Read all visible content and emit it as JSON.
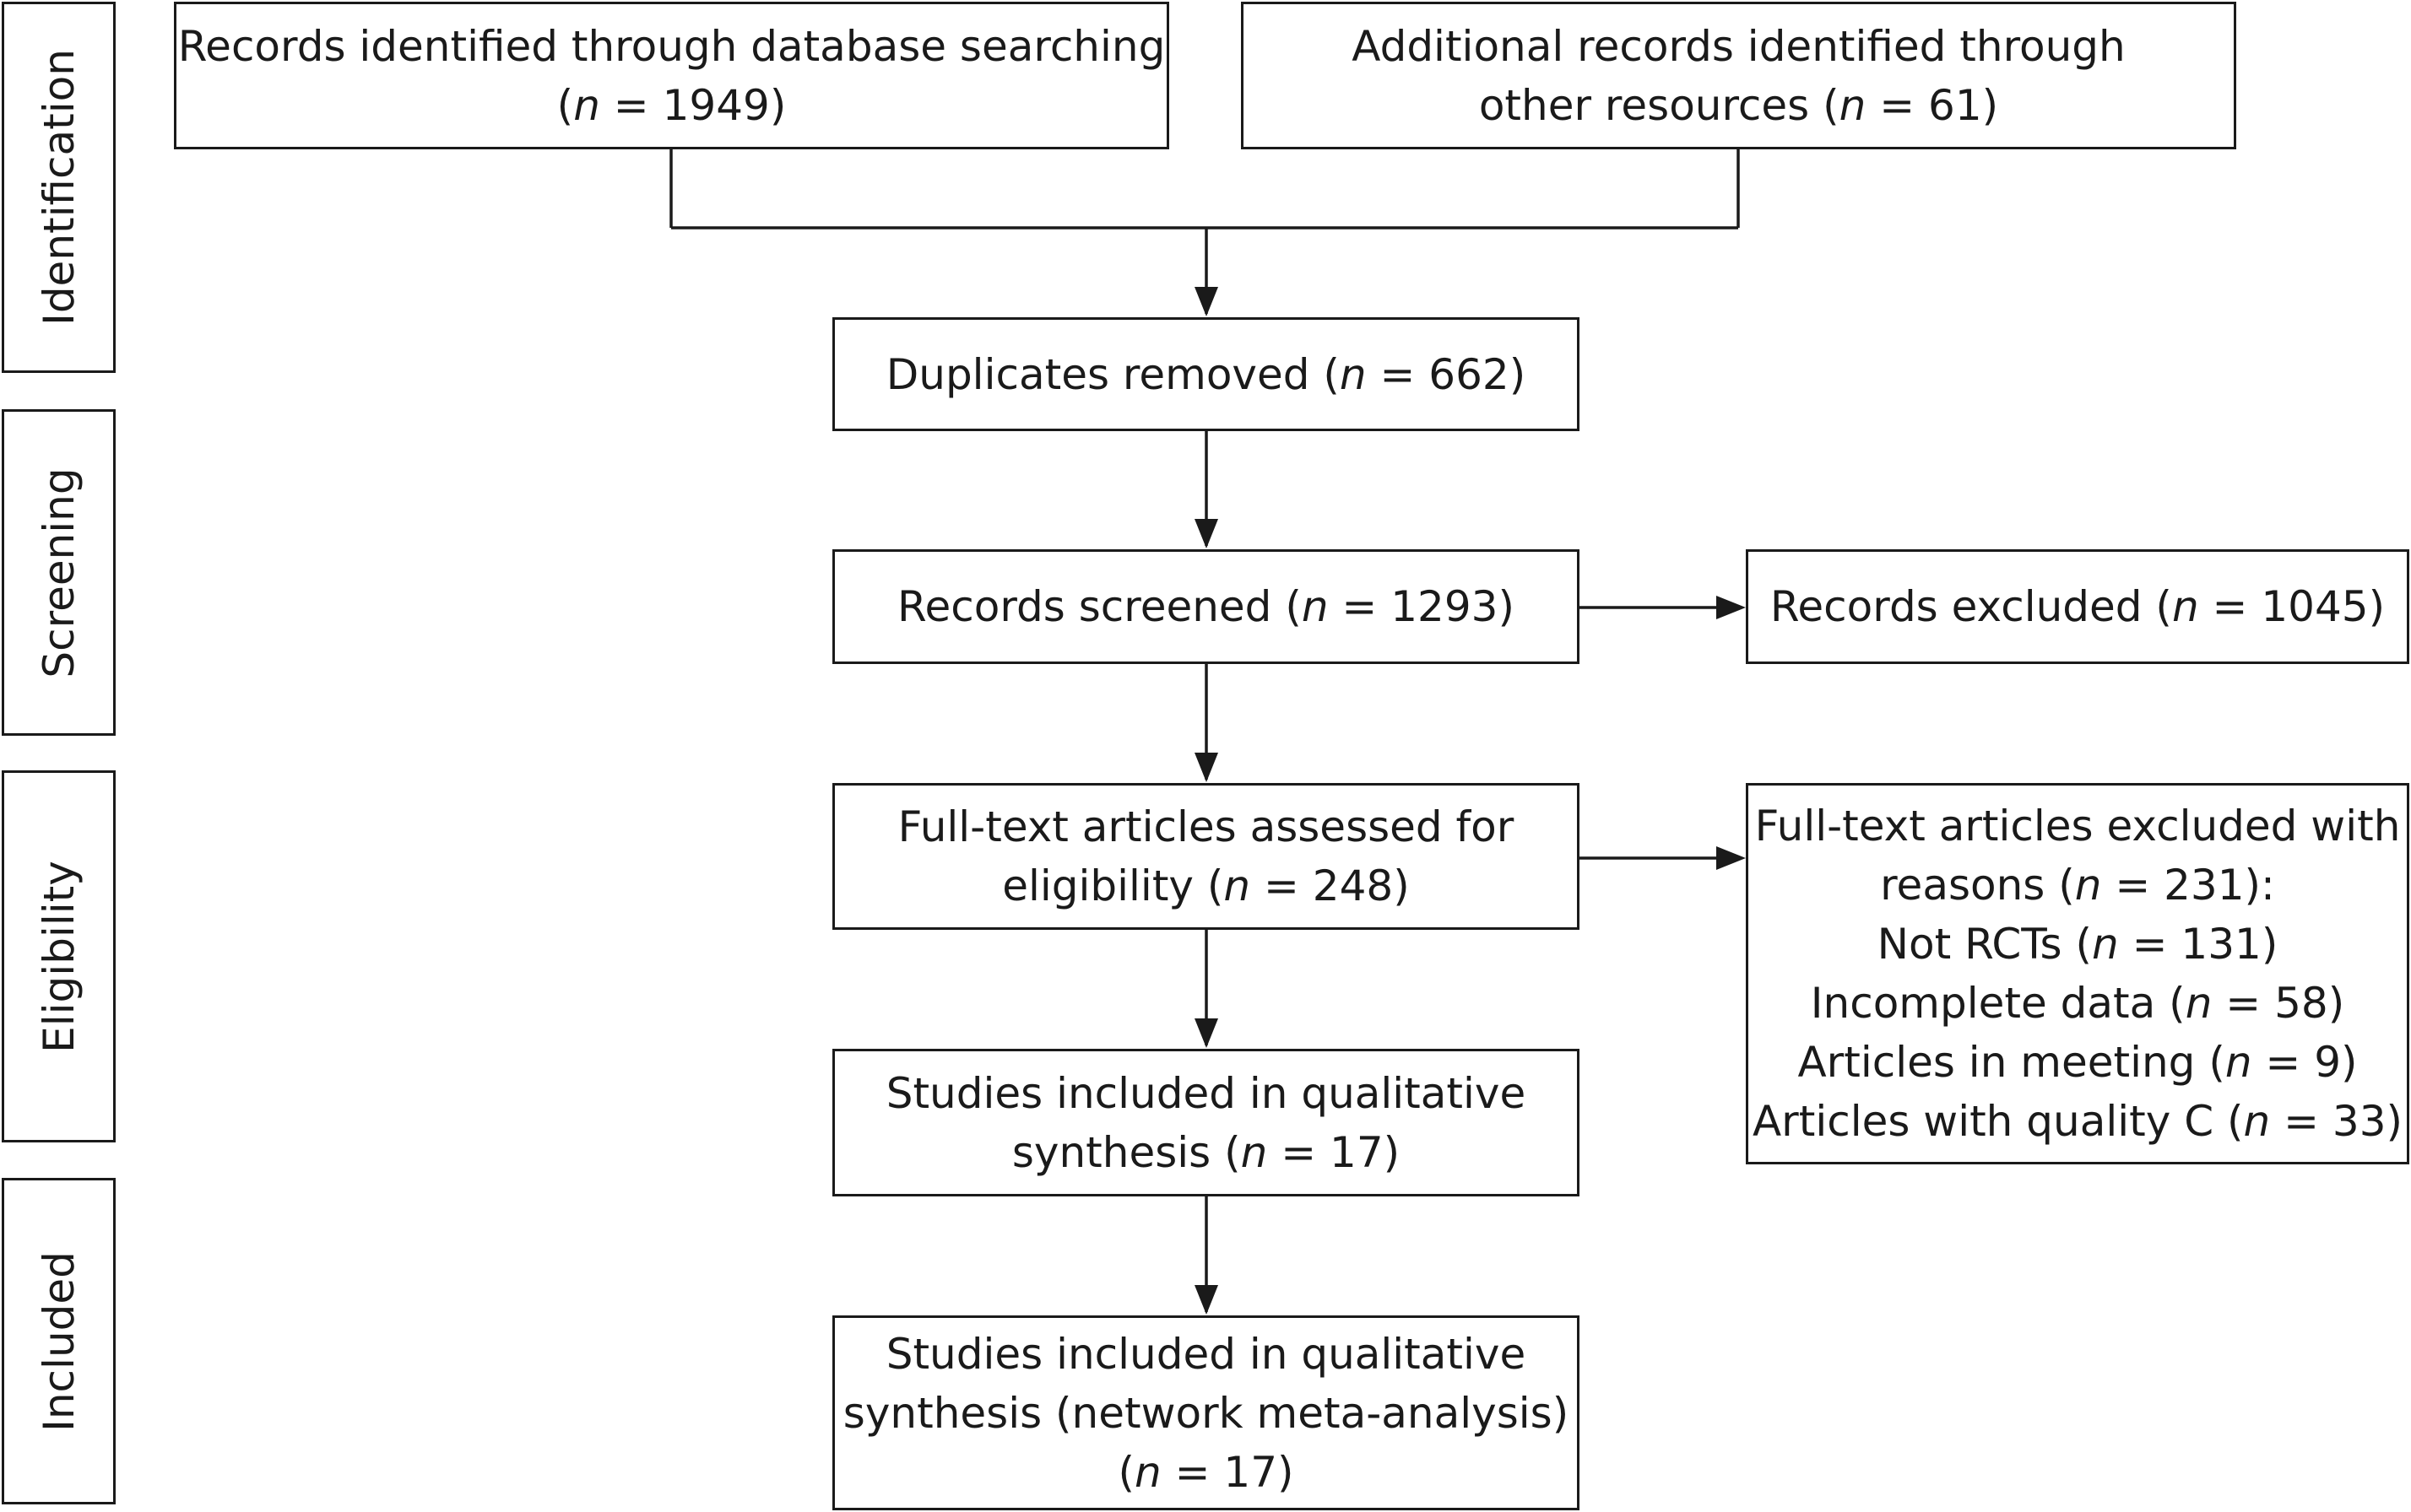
{
  "stages": {
    "identification": "Identification",
    "screening": "Screening",
    "eligibility": "Eligibility",
    "included": "Included"
  },
  "boxes": {
    "database_records": {
      "line1": "Records identified through database searching",
      "n_label": "n",
      "n_value": " = 1949)"
    },
    "additional_records": {
      "line1": "Additional records identified through",
      "line2_prefix": "other resources (",
      "n_label": "n",
      "n_value": " = 61)"
    },
    "duplicates": {
      "prefix": "Duplicates removed (",
      "n_label": "n",
      "n_value": " = 662)"
    },
    "screened": {
      "prefix": "Records screened (",
      "n_label": "n",
      "n_value": " = 1293)"
    },
    "excluded": {
      "prefix": "Records excluded (",
      "n_label": "n",
      "n_value": " = 1045)"
    },
    "fulltext_assessed": {
      "line1": "Full-text articles assessed for",
      "line2_prefix": "eligibility (",
      "n_label": "n",
      "n_value": " = 248)"
    },
    "fulltext_excluded": {
      "line1": "Full-text articles excluded with",
      "line2_prefix": "reasons (",
      "line2_value": " = 231):",
      "reasons": [
        {
          "prefix": "Not RCTs (",
          "value": " = 131)"
        },
        {
          "prefix": "Incomplete data (",
          "value": " = 58)"
        },
        {
          "prefix": "Articles in meeting (",
          "value": " = 9)"
        },
        {
          "prefix": "Articles with quality C (",
          "value": " = 33)"
        }
      ],
      "n_label": "n"
    },
    "qualitative": {
      "line1": "Studies included in qualitative",
      "line2_prefix": "synthesis (",
      "n_label": "n",
      "n_value": " = 17)"
    },
    "quantitative": {
      "line1": "Studies included in qualitative",
      "line2": "synthesis (network meta-analysis)",
      "line3_prefix": "(",
      "n_label": "n",
      "n_value": " = 17)"
    }
  }
}
